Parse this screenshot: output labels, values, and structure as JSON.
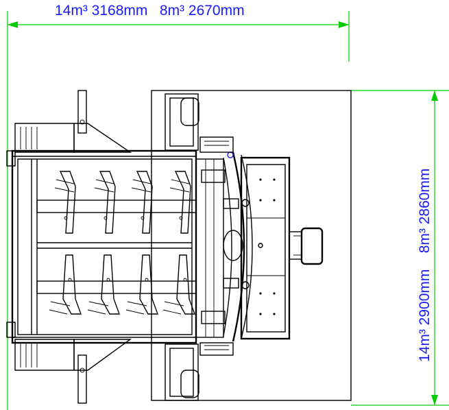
{
  "dimensions": {
    "width_label": "14m³ 3168mm   8m³ 2670mm",
    "height_label": "14m³ 2900mm    8m³ 2860mm"
  },
  "colors": {
    "dimension_text": "#1a1aff",
    "dimension_line": "#00cc00",
    "drawing_line": "#000000",
    "background": "#ffffff",
    "marker": "#1a1aff"
  },
  "paddles": {
    "upper_row": 4,
    "lower_row": 4
  }
}
